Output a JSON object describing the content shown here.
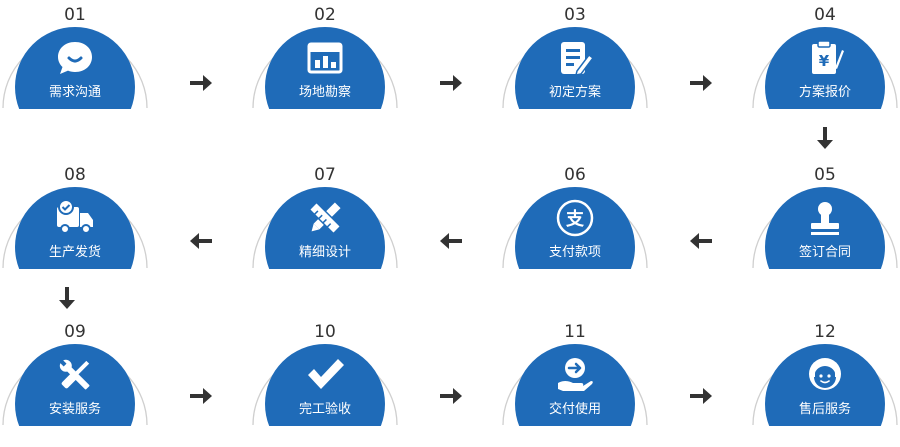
{
  "colors": {
    "accent": "#1f6bb8",
    "ring": "#cfcfcf",
    "arrow": "#333333",
    "number": "#333333"
  },
  "steps": [
    {
      "num": "01",
      "label": "需求沟通",
      "icon": "chat-bubble-icon"
    },
    {
      "num": "02",
      "label": "场地勘察",
      "icon": "site-survey-icon"
    },
    {
      "num": "03",
      "label": "初定方案",
      "icon": "document-edit-icon"
    },
    {
      "num": "04",
      "label": "方案报价",
      "icon": "price-clipboard-icon"
    },
    {
      "num": "05",
      "label": "签订合同",
      "icon": "stamp-icon"
    },
    {
      "num": "06",
      "label": "支付款项",
      "icon": "alipay-icon"
    },
    {
      "num": "07",
      "label": "精细设计",
      "icon": "design-tools-icon"
    },
    {
      "num": "08",
      "label": "生产发货",
      "icon": "delivery-truck-icon"
    },
    {
      "num": "09",
      "label": "安装服务",
      "icon": "wrench-screwdriver-icon"
    },
    {
      "num": "10",
      "label": "完工验收",
      "icon": "checkmark-icon"
    },
    {
      "num": "11",
      "label": "交付使用",
      "icon": "hand-deliver-icon"
    },
    {
      "num": "12",
      "label": "售后服务",
      "icon": "customer-service-icon"
    }
  ],
  "arrows": [
    {
      "name": "arrow-right-icon"
    },
    {
      "name": "arrow-right-icon"
    },
    {
      "name": "arrow-right-icon"
    },
    {
      "name": "arrow-down-icon"
    },
    {
      "name": "arrow-left-icon"
    },
    {
      "name": "arrow-left-icon"
    },
    {
      "name": "arrow-left-icon"
    },
    {
      "name": "arrow-down-icon"
    },
    {
      "name": "arrow-right-icon"
    },
    {
      "name": "arrow-right-icon"
    },
    {
      "name": "arrow-right-icon"
    }
  ]
}
